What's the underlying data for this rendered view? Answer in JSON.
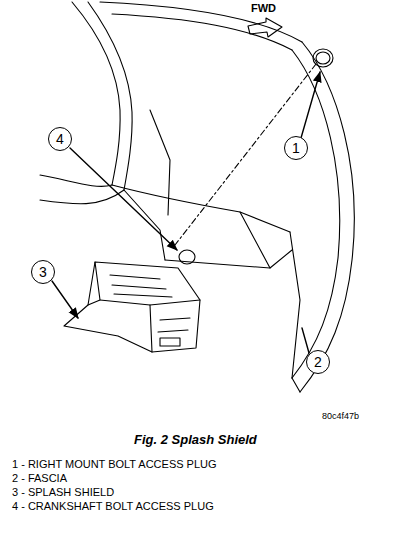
{
  "diagram": {
    "caption": "Fig. 2 Splash Shield",
    "nodes": [
      {
        "text": [
          "4"
        ]
      },
      {
        "text": [
          "1"
        ]
      },
      {
        "text": [
          "3"
        ]
      },
      {
        "text": [
          "2"
        ]
      }
    ],
    "labels": [
      "FWD",
      "80c4f47b",
      "1 - RIGHT MOUNT BOLT ACCESS PLUG",
      "2 - FASCIA",
      "3 - SPLASH SHIELD",
      "4 - CRANKSHAFT BOLT ACCESS PLUG"
    ]
  }
}
